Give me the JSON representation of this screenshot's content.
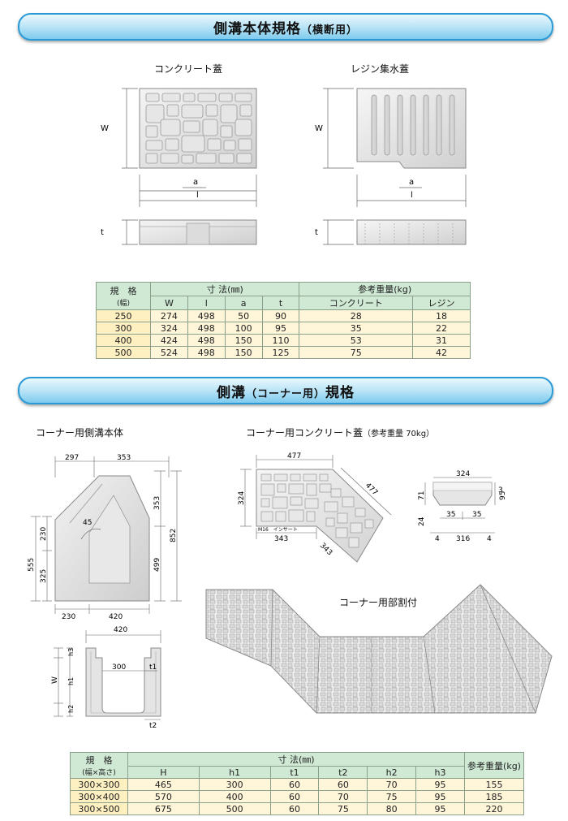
{
  "section1": {
    "title": "側溝本体規格",
    "title_sub": "（横断用）",
    "concrete_label": "コンクリート蓋",
    "resin_label": "レジン集水蓋",
    "dim": {
      "W": "W",
      "l": "l",
      "a": "a",
      "t": "t"
    },
    "table": {
      "size_header": "規　格",
      "size_sub": "(幅)",
      "dims_header": "寸 法(㎜)",
      "weight_header": "参考重量(kg)",
      "cols": [
        "W",
        "l",
        "a",
        "t"
      ],
      "weight_cols": [
        "コンクリート",
        "レジン"
      ],
      "rows": [
        [
          "250",
          "274",
          "498",
          "50",
          "90",
          "28",
          "18"
        ],
        [
          "300",
          "324",
          "498",
          "100",
          "95",
          "35",
          "22"
        ],
        [
          "400",
          "424",
          "498",
          "150",
          "110",
          "53",
          "31"
        ],
        [
          "500",
          "524",
          "498",
          "150",
          "125",
          "75",
          "42"
        ]
      ]
    }
  },
  "section2": {
    "title": "側溝",
    "title_paren": "（コーナー用）",
    "title_end": "規格",
    "body_label": "コーナー用側溝本体",
    "lid_label": "コーナー用コンクリート蓋",
    "lid_weight": "（参考重量 70kg）",
    "cut_label": "コーナー用部割付",
    "body_dims": {
      "d297": "297",
      "d353": "353",
      "d353v": "353",
      "d852": "852",
      "d499": "499",
      "d230v": "230",
      "d325": "325",
      "d555": "555",
      "d230": "230",
      "d420": "420",
      "angle": "45"
    },
    "lid_dims": {
      "d477": "477",
      "d477d": "477",
      "d324": "324",
      "d343": "343",
      "d343d": "343",
      "insert": "M16　インサート"
    },
    "sect_dims": {
      "d324": "324",
      "d95": "95",
      "d3": "3",
      "d71": "71",
      "d24": "24",
      "d35a": "35",
      "d35b": "35",
      "d4a": "4",
      "d316": "316",
      "d4b": "4"
    },
    "cs_dims": {
      "d420": "420",
      "d300": "300",
      "t1": "t1",
      "t2": "t2",
      "h3": "h3",
      "h1": "h1",
      "h2": "h2",
      "W": "W"
    },
    "table": {
      "size_header": "規　格",
      "size_sub": "(幅×高さ)",
      "dims_header": "寸 法(㎜)",
      "weight_header": "参考重量(kg)",
      "cols": [
        "H",
        "h1",
        "t1",
        "t2",
        "h2",
        "h3"
      ],
      "rows": [
        [
          "300×300",
          "465",
          "300",
          "60",
          "60",
          "70",
          "95",
          "155"
        ],
        [
          "300×400",
          "570",
          "400",
          "60",
          "70",
          "75",
          "95",
          "185"
        ],
        [
          "300×500",
          "675",
          "500",
          "60",
          "75",
          "80",
          "95",
          "220"
        ]
      ]
    }
  }
}
